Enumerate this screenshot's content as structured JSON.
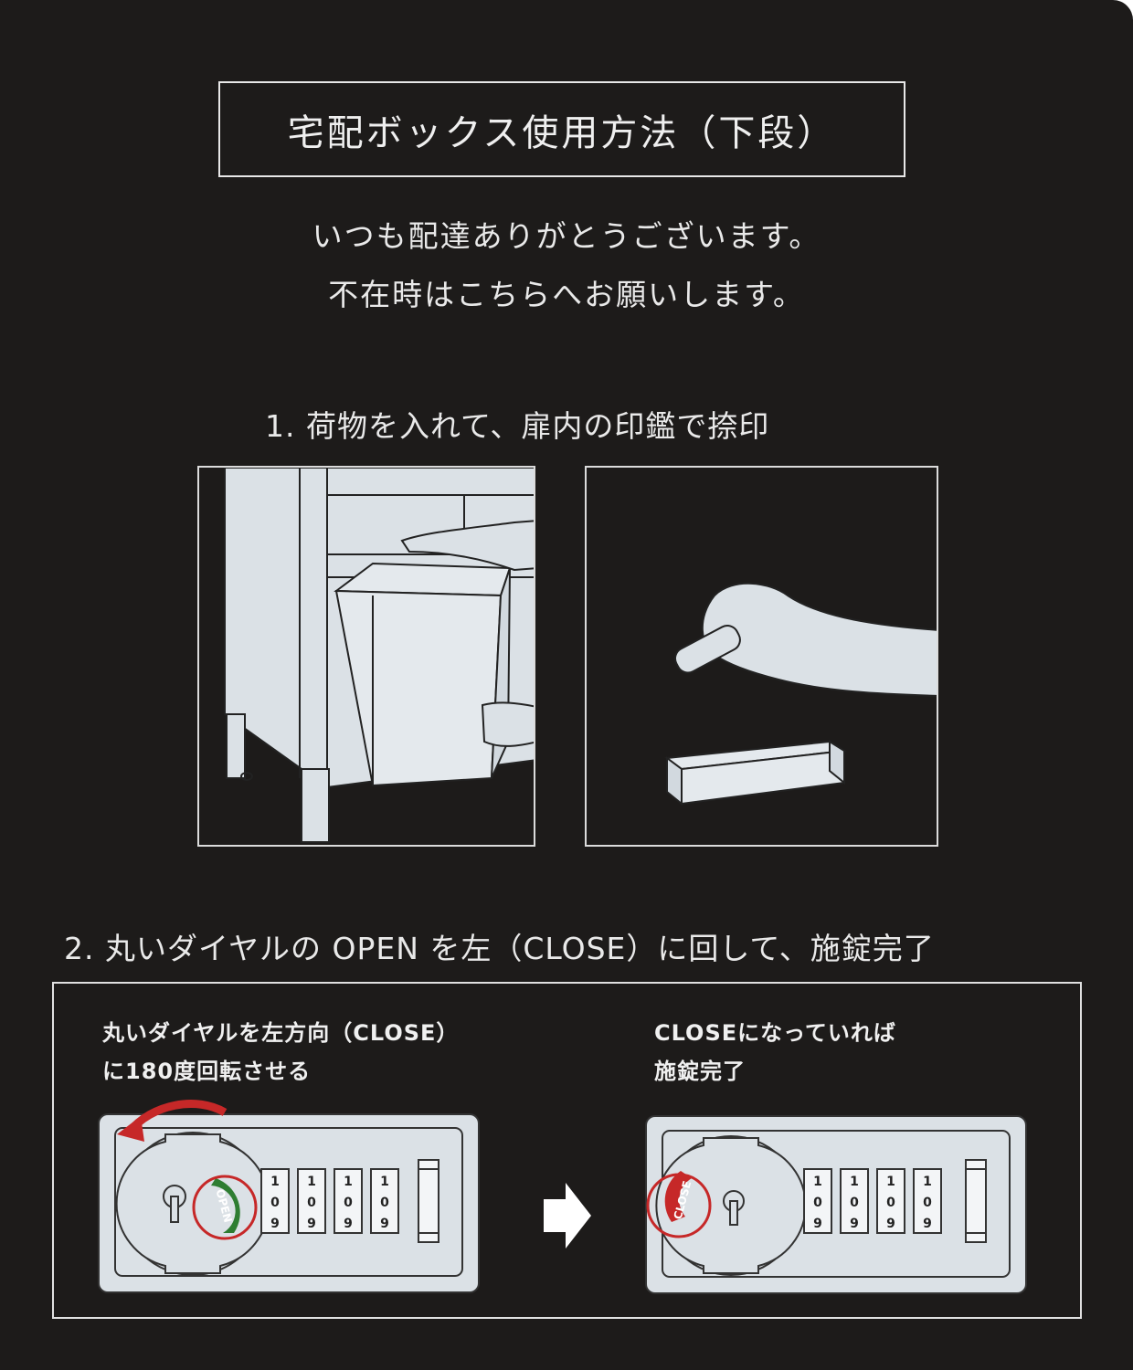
{
  "title": "宅配ボックス使用方法（下段）",
  "greeting": {
    "line1": "いつも配達ありがとうございます。",
    "line2": "不在時はこちらへお願いします。"
  },
  "step1": {
    "label": "1. 荷物を入れて、扉内の印鑑で捺印"
  },
  "step2": {
    "label": "2. 丸いダイヤルの OPEN を左（CLOSE）に回して、施錠完了",
    "left_caption": {
      "line1": "丸いダイヤルを左方向（CLOSE）",
      "line2": "に180度回転させる"
    },
    "right_caption": {
      "line1": "CLOSEになっていれば",
      "line2": "施錠完了"
    },
    "dial_open_label": "OPEN",
    "dial_close_label": "CLOSE",
    "digits_top": "1",
    "digits_mid": "0",
    "digits_bottom": "9"
  },
  "colors": {
    "background": "#1d1b1a",
    "panel": "#dbe1e6",
    "open_green": "#2e7d32",
    "close_red": "#c62828"
  },
  "icons": [
    "arrow-left-red-icon",
    "arrow-right-icon"
  ]
}
